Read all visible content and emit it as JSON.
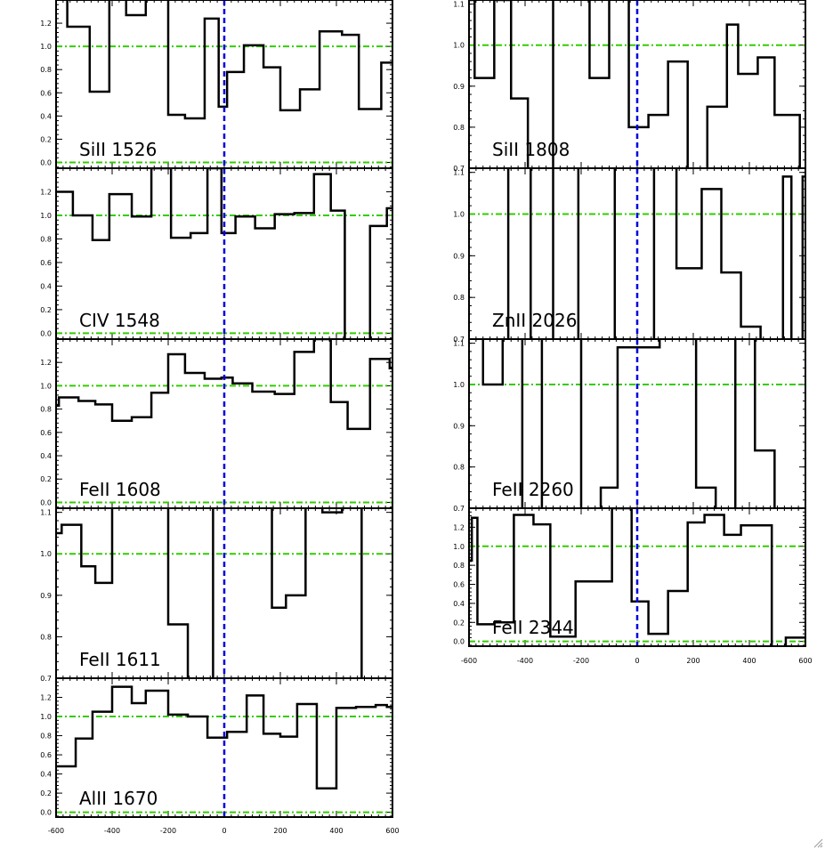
{
  "style": {
    "line_color": "#000000",
    "reference_line_color": "#33cc00",
    "zero_velocity_color": "#0000dd",
    "background": "#ffffff"
  },
  "chart_data": [
    {
      "type": "line",
      "step": true,
      "column": "left",
      "label": "SiII 1526",
      "ylim": [
        -0.05,
        1.4
      ],
      "yticks": [
        "0.0",
        "0.2",
        "0.4",
        "0.6",
        "0.8",
        "1.0",
        "1.2"
      ],
      "ytick_values": [
        0,
        0.2,
        0.4,
        0.6,
        0.8,
        1.0,
        1.2
      ],
      "xlim": [
        -600,
        600
      ],
      "reference_lines": [
        0.0,
        1.0
      ],
      "zero_line": 0,
      "x": [
        -600,
        -560,
        -480,
        -410,
        -350,
        -280,
        -200,
        -140,
        -70,
        -20,
        10,
        70,
        140,
        200,
        270,
        340,
        420,
        480,
        560
      ],
      "y": [
        1.45,
        1.17,
        0.61,
        1.46,
        1.27,
        1.45,
        0.41,
        0.38,
        1.24,
        0.48,
        0.78,
        1.01,
        0.82,
        0.45,
        0.63,
        1.13,
        1.1,
        0.46,
        0.86
      ]
    },
    {
      "type": "line",
      "step": true,
      "column": "left",
      "label": "CIV 1548",
      "ylim": [
        -0.05,
        1.4
      ],
      "yticks": [
        "0.0",
        "0.2",
        "0.4",
        "0.6",
        "0.8",
        "1.0",
        "1.2"
      ],
      "ytick_values": [
        0,
        0.2,
        0.4,
        0.6,
        0.8,
        1.0,
        1.2
      ],
      "xlim": [
        -600,
        600
      ],
      "reference_lines": [
        0.0,
        1.0
      ],
      "zero_line": 0,
      "x": [
        -600,
        -540,
        -470,
        -410,
        -330,
        -260,
        -190,
        -120,
        -60,
        -10,
        40,
        110,
        180,
        250,
        320,
        380,
        430,
        520,
        580
      ],
      "y": [
        1.2,
        1.0,
        0.79,
        1.18,
        0.99,
        1.4,
        0.81,
        0.85,
        1.4,
        0.85,
        0.99,
        0.89,
        1.01,
        1.02,
        1.35,
        1.04,
        -0.4,
        0.91,
        1.06
      ]
    },
    {
      "type": "line",
      "step": true,
      "column": "left",
      "label": "FeII 1608",
      "ylim": [
        -0.05,
        1.4
      ],
      "yticks": [
        "0.0",
        "0.2",
        "0.4",
        "0.6",
        "0.8",
        "1.0",
        "1.2"
      ],
      "ytick_values": [
        0,
        0.2,
        0.4,
        0.6,
        0.8,
        1.0,
        1.2
      ],
      "xlim": [
        -600,
        600
      ],
      "reference_lines": [
        0.0,
        1.0
      ],
      "zero_line": 0,
      "x": [
        -600,
        -590,
        -520,
        -460,
        -400,
        -330,
        -260,
        -200,
        -140,
        -70,
        -10,
        30,
        100,
        180,
        250,
        320,
        380,
        440,
        520,
        590
      ],
      "y": [
        0.83,
        0.9,
        0.87,
        0.84,
        0.7,
        0.73,
        0.94,
        1.27,
        1.11,
        1.06,
        1.07,
        1.02,
        0.95,
        0.93,
        1.29,
        1.4,
        0.86,
        0.63,
        1.23,
        1.15
      ]
    },
    {
      "type": "line",
      "step": true,
      "column": "left",
      "label": "FeII 1611",
      "ylim": [
        0.7,
        1.11
      ],
      "yticks": [
        "0.7",
        "0.8",
        "0.9",
        "1.0",
        "1.1"
      ],
      "ytick_values": [
        0.7,
        0.8,
        0.9,
        1.0,
        1.1
      ],
      "xlim": [
        -600,
        600
      ],
      "reference_lines": [
        1.0
      ],
      "zero_line": 0,
      "x": [
        -600,
        -580,
        -510,
        -460,
        -400,
        -340,
        -200,
        -130,
        -60,
        -40,
        170,
        220,
        290,
        350,
        420,
        490
      ],
      "y": [
        1.05,
        1.07,
        0.97,
        0.93,
        1.13,
        1.12,
        0.83,
        0.65,
        0.4,
        1.12,
        0.87,
        0.9,
        1.13,
        1.1,
        1.12,
        0.68
      ]
    },
    {
      "type": "line",
      "step": true,
      "column": "left",
      "label": "AlII 1670",
      "ylim": [
        -0.05,
        1.4
      ],
      "yticks": [
        "0.0",
        "0.2",
        "0.4",
        "0.6",
        "0.8",
        "1.0",
        "1.2"
      ],
      "ytick_values": [
        0,
        0.2,
        0.4,
        0.6,
        0.8,
        1.0,
        1.2
      ],
      "xlim": [
        -600,
        600
      ],
      "reference_lines": [
        0.0,
        1.0
      ],
      "zero_line": 0,
      "x": [
        -600,
        -530,
        -470,
        -400,
        -330,
        -280,
        -200,
        -130,
        -60,
        10,
        80,
        140,
        200,
        260,
        330,
        400,
        470,
        540,
        580
      ],
      "y": [
        0.48,
        0.77,
        1.05,
        1.31,
        1.14,
        1.27,
        1.02,
        1.0,
        0.78,
        0.84,
        1.22,
        0.82,
        0.79,
        1.13,
        0.25,
        1.09,
        1.1,
        1.12,
        1.1
      ]
    },
    {
      "type": "line",
      "step": true,
      "column": "right",
      "label": "SiII 1808",
      "ylim": [
        0.7,
        1.11
      ],
      "yticks": [
        "0.7",
        "0.8",
        "0.9",
        "1.0",
        "1.1"
      ],
      "ytick_values": [
        0.7,
        0.8,
        0.9,
        1.0,
        1.1
      ],
      "xlim": [
        -600,
        600
      ],
      "reference_lines": [
        1.0
      ],
      "zero_line": 0,
      "x": [
        -600,
        -580,
        -510,
        -450,
        -390,
        -300,
        -200,
        -170,
        -100,
        -30,
        40,
        110,
        180,
        250,
        320,
        360,
        430,
        490,
        580
      ],
      "y": [
        1.11,
        0.92,
        1.11,
        0.87,
        0.6,
        1.12,
        1.12,
        0.92,
        1.12,
        0.8,
        0.83,
        0.96,
        0.6,
        0.85,
        1.05,
        0.93,
        0.97,
        0.83,
        0.65
      ]
    },
    {
      "type": "line",
      "step": true,
      "column": "right",
      "label": "ZnII 2026",
      "ylim": [
        0.7,
        1.11
      ],
      "yticks": [
        "0.7",
        "0.8",
        "0.9",
        "1.0",
        "1.1"
      ],
      "ytick_values": [
        0.7,
        0.8,
        0.9,
        1.0,
        1.1
      ],
      "xlim": [
        -600,
        600
      ],
      "reference_lines": [
        1.0
      ],
      "zero_line": 0,
      "x": [
        -600,
        -460,
        -380,
        -300,
        -210,
        -80,
        60,
        140,
        230,
        300,
        370,
        440,
        520,
        530,
        550,
        590
      ],
      "y": [
        1.12,
        0.55,
        1.12,
        0.5,
        1.12,
        0.48,
        1.12,
        0.87,
        1.06,
        0.86,
        0.73,
        0.65,
        1.09,
        1.09,
        0.3,
        1.09
      ]
    },
    {
      "type": "line",
      "step": true,
      "column": "right",
      "label": "FeII 2260",
      "ylim": [
        0.7,
        1.11
      ],
      "yticks": [
        "0.7",
        "0.8",
        "0.9",
        "1.0",
        "1.1"
      ],
      "ytick_values": [
        0.7,
        0.8,
        0.9,
        1.0,
        1.1
      ],
      "xlim": [
        -600,
        600
      ],
      "reference_lines": [
        1.0
      ],
      "zero_line": 0,
      "x": [
        -600,
        -550,
        -480,
        -410,
        -340,
        -200,
        -130,
        -70,
        80,
        210,
        280,
        350,
        420,
        490
      ],
      "y": [
        1.12,
        1.0,
        1.12,
        0.6,
        1.12,
        0.6,
        0.75,
        1.09,
        1.12,
        0.75,
        0.65,
        1.12,
        0.84,
        0.55
      ]
    },
    {
      "type": "line",
      "step": true,
      "column": "right",
      "label": "FeII 2344",
      "ylim": [
        -0.05,
        1.4
      ],
      "yticks": [
        "0.0",
        "0.2",
        "0.4",
        "0.6",
        "0.8",
        "1.0",
        "1.2"
      ],
      "ytick_values": [
        0,
        0.2,
        0.4,
        0.6,
        0.8,
        1.0,
        1.2
      ],
      "xlim": [
        -600,
        600
      ],
      "reference_lines": [
        0.0,
        1.0
      ],
      "zero_line": 0,
      "x": [
        -600,
        -590,
        -570,
        -510,
        -440,
        -370,
        -310,
        -220,
        -90,
        -20,
        40,
        110,
        180,
        240,
        310,
        370,
        480,
        530
      ],
      "y": [
        0.85,
        1.3,
        0.18,
        0.2,
        1.33,
        1.23,
        0.05,
        0.63,
        1.4,
        0.42,
        0.08,
        0.53,
        1.25,
        1.33,
        1.12,
        1.22,
        -0.4,
        0.04
      ]
    }
  ],
  "x_axis": {
    "ticks": [
      "-600",
      "-400",
      "-200",
      "0",
      "200",
      "400",
      "600"
    ],
    "tick_values": [
      -600,
      -400,
      -200,
      0,
      200,
      400,
      600
    ]
  }
}
